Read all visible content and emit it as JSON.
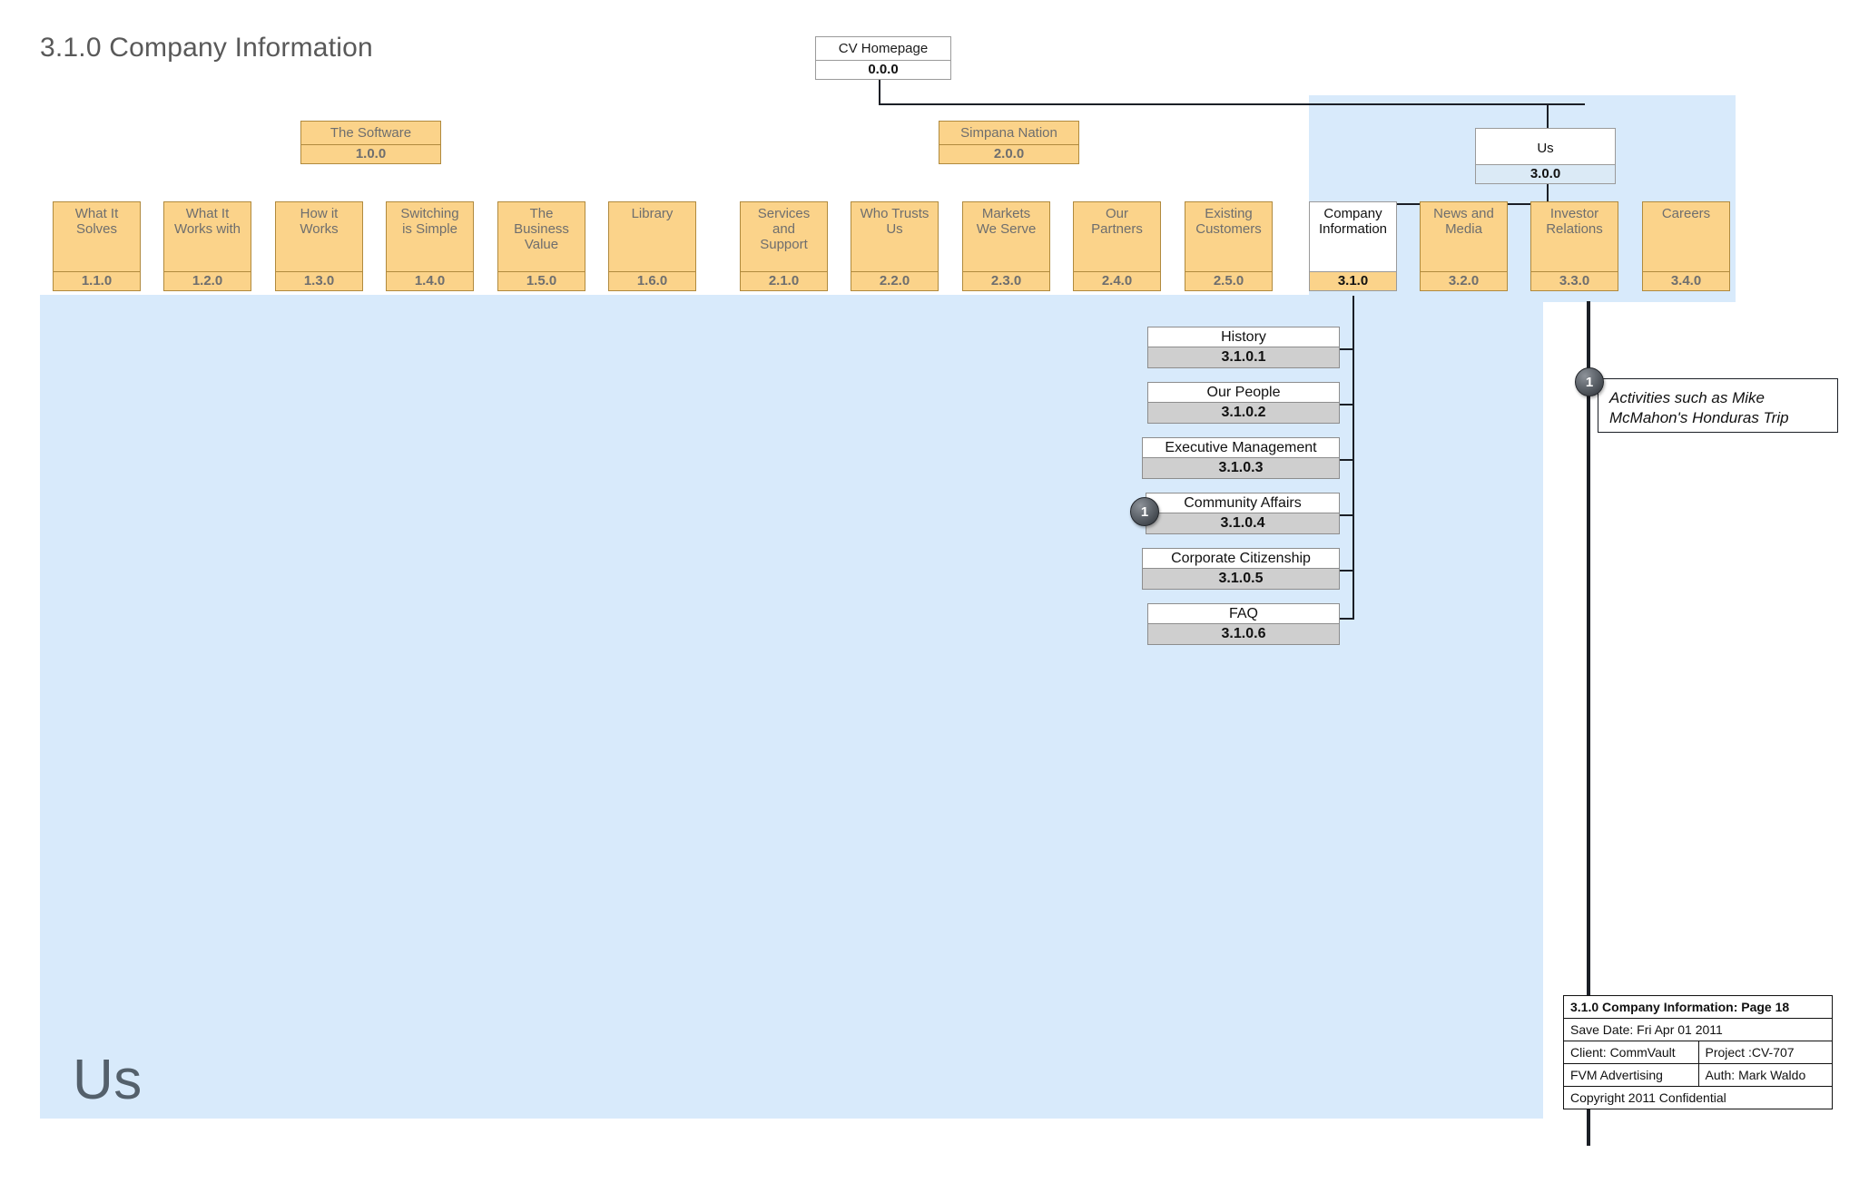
{
  "page_title": "3.1.0 Company Information",
  "watermark": "Us",
  "colors": {
    "highlight_band": "#d8eafb",
    "node_orange": "#fbd38a",
    "node_orange_border": "#b08a3e",
    "leaf_footer_gray": "#cfcfcf",
    "line": "#1b1f26"
  },
  "root": {
    "label": "CV Homepage",
    "code": "0.0.0"
  },
  "sections": [
    {
      "label": "The Software",
      "code": "1.0.0"
    },
    {
      "label": "Simpana Nation",
      "code": "2.0.0"
    },
    {
      "label": "Us",
      "code": "3.0.0"
    }
  ],
  "level2": [
    {
      "label": "What It\nSolves",
      "code": "1.1.0",
      "state": "orange"
    },
    {
      "label": "What It\nWorks with",
      "code": "1.2.0",
      "state": "orange"
    },
    {
      "label": "How it\nWorks",
      "code": "1.3.0",
      "state": "orange"
    },
    {
      "label": "Switching\nis Simple",
      "code": "1.4.0",
      "state": "orange"
    },
    {
      "label": "The\nBusiness\nValue",
      "code": "1.5.0",
      "state": "orange"
    },
    {
      "label": "Library",
      "code": "1.6.0",
      "state": "orange"
    },
    {
      "label": "Services\nand\nSupport",
      "code": "2.1.0",
      "state": "orange"
    },
    {
      "label": "Who Trusts\nUs",
      "code": "2.2.0",
      "state": "orange"
    },
    {
      "label": "Markets\nWe Serve",
      "code": "2.3.0",
      "state": "orange"
    },
    {
      "label": "Our\nPartners",
      "code": "2.4.0",
      "state": "orange"
    },
    {
      "label": "Existing\nCustomers",
      "code": "2.5.0",
      "state": "orange"
    },
    {
      "label": "Company\nInformation",
      "code": "3.1.0",
      "state": "active"
    },
    {
      "label": "News and\nMedia",
      "code": "3.2.0",
      "state": "orange"
    },
    {
      "label": "Investor\nRelations",
      "code": "3.3.0",
      "state": "orange"
    },
    {
      "label": "Careers",
      "code": "3.4.0",
      "state": "orange"
    }
  ],
  "children": [
    {
      "label": "History",
      "code": "3.1.0.1"
    },
    {
      "label": "Our People",
      "code": "3.1.0.2"
    },
    {
      "label": "Executive Management",
      "code": "3.1.0.3"
    },
    {
      "label": "Community Affairs",
      "code": "3.1.0.4"
    },
    {
      "label": "Corporate Citizenship",
      "code": "3.1.0.5"
    },
    {
      "label": "FAQ",
      "code": "3.1.0.6"
    }
  ],
  "callouts": [
    {
      "number": "1",
      "target": "Community Affairs"
    },
    {
      "number": "1",
      "target": "annotation-note"
    }
  ],
  "annotation": {
    "number": "1",
    "text": "Activities such as Mike McMahon's Honduras Trip"
  },
  "info": {
    "title": "3.1.0 Company Information: Page 18",
    "save_date": "Save Date: Fri Apr 01 2011",
    "client": "Client: CommVault",
    "project": "Project :CV-707",
    "agency": "FVM Advertising",
    "author": "Auth: Mark Waldo",
    "copyright": "Copyright 2011 Confidential"
  }
}
